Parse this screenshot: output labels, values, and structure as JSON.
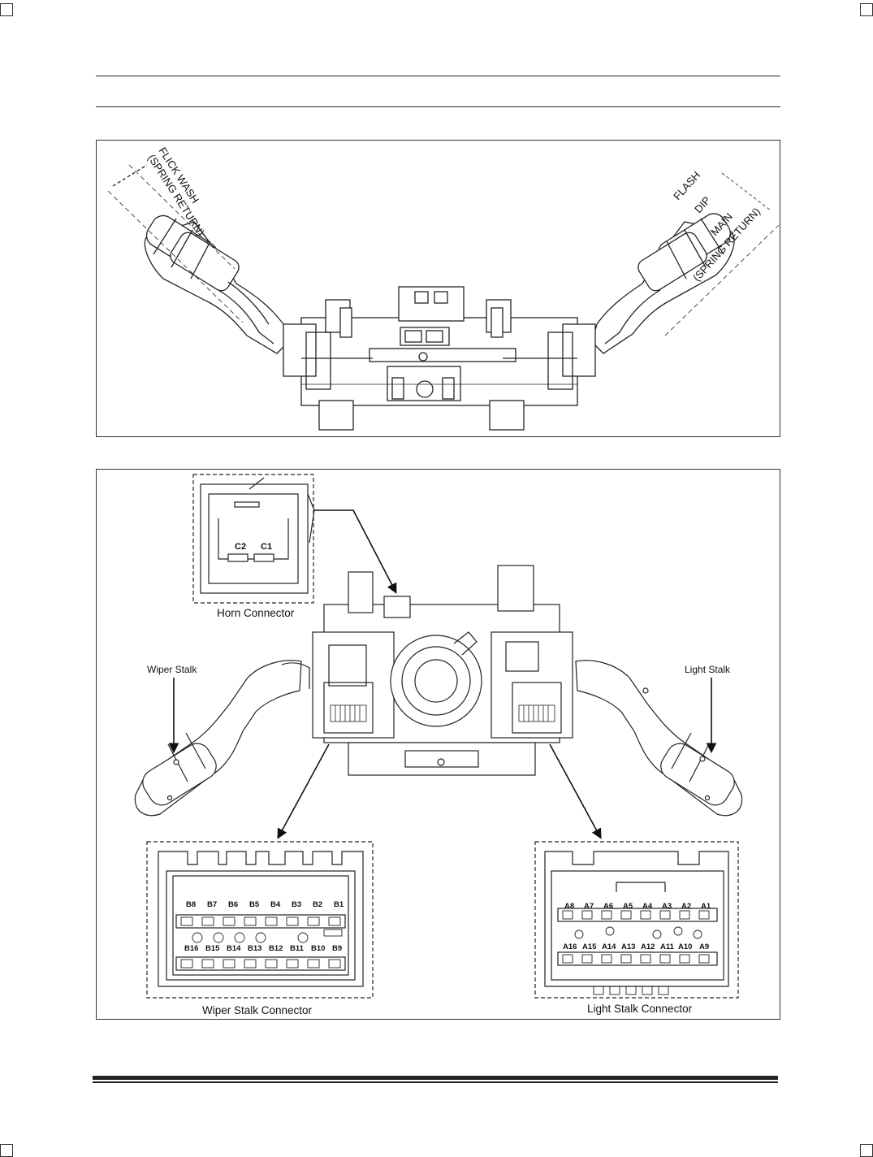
{
  "top_figure": {
    "wiper_side_label_line1": "FLICK WASH",
    "wiper_side_label_line2": "(SPRING RETURN)",
    "light_side_labels": {
      "flash": "FLASH",
      "dip": "DIP",
      "main": "MAIN",
      "spring_return": "(SPRING RETURN)"
    }
  },
  "bottom_figure": {
    "callouts": {
      "wiper_stalk": "Wiper Stalk",
      "light_stalk": "Light Stalk"
    },
    "horn_connector": {
      "caption": "Horn Connector",
      "pins": [
        "C2",
        "C1"
      ]
    },
    "wiper_stalk_connector": {
      "caption": "Wiper Stalk Connector",
      "top_row": [
        "B8",
        "B7",
        "B6",
        "B5",
        "B4",
        "B3",
        "B2",
        "B1"
      ],
      "bottom_row": [
        "B16",
        "B15",
        "B14",
        "B13",
        "B12",
        "B11",
        "B10",
        "B9"
      ]
    },
    "light_stalk_connector": {
      "caption": "Light Stalk Connector",
      "top_row": [
        "A8",
        "A7",
        "A6",
        "A5",
        "A4",
        "A3",
        "A2",
        "A1"
      ],
      "bottom_row": [
        "A16",
        "A15",
        "A14",
        "A13",
        "A12",
        "A11",
        "A10",
        "A9"
      ]
    }
  }
}
